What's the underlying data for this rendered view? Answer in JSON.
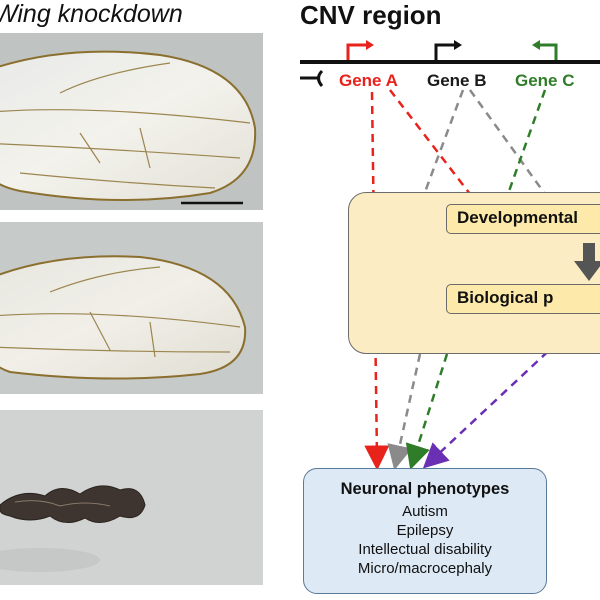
{
  "left_panel": {
    "title": "Wing knockdown"
  },
  "cnv": {
    "title": "CNV region",
    "genes": [
      {
        "label": "Gene A",
        "color": "#e8231c"
      },
      {
        "label": "Gene B",
        "color": "#1a1a1a"
      },
      {
        "label": "Gene C",
        "color": "#2f7d28"
      }
    ]
  },
  "process_box": {
    "developmental": "Developmental",
    "biological": "Biological p"
  },
  "phenotypes": {
    "title": "Neuronal phenotypes",
    "items": [
      "Autism",
      "Epilepsy",
      "Intellectual disability",
      "Micro/macrocephaly"
    ]
  },
  "colors": {
    "gene_a": "#e8231c",
    "gene_b": "#8a8a8a",
    "gene_c": "#2f7d28",
    "biological": "#6a2fb3",
    "process_box": "#fbecc4",
    "phenotype_box": "#dde9f5"
  }
}
